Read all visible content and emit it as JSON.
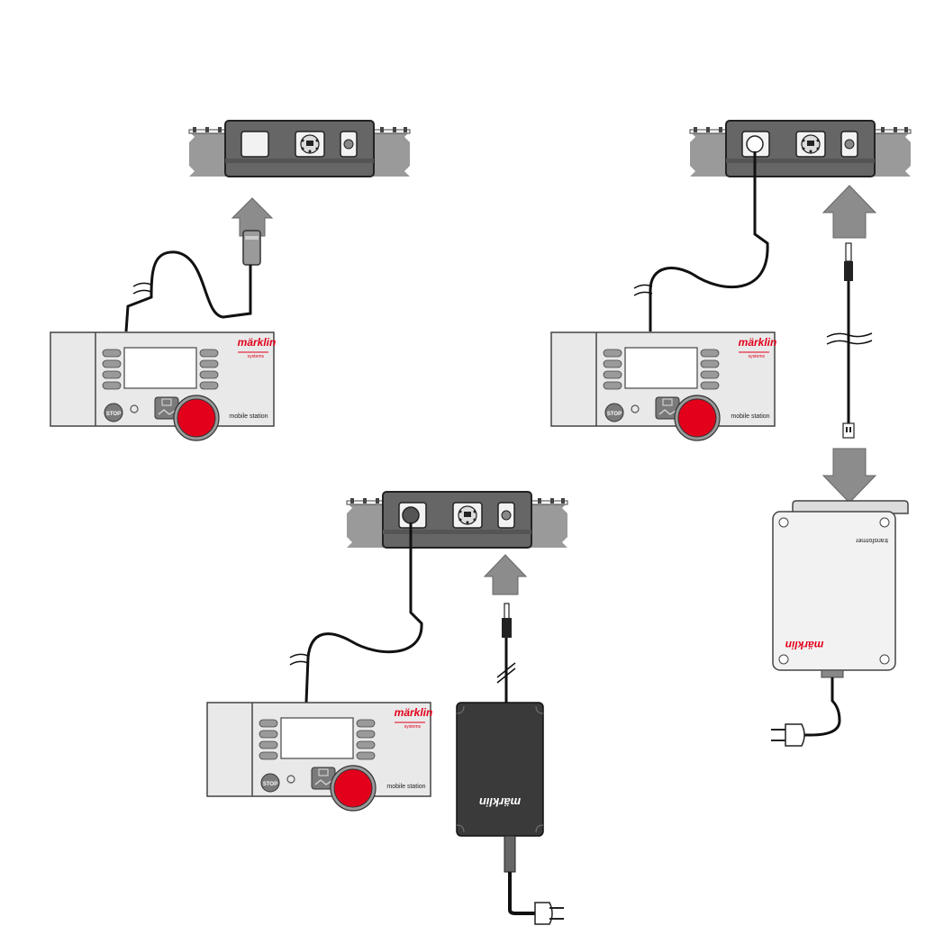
{
  "colors": {
    "device_fill": "#e9e9e9",
    "device_stroke": "#444444",
    "track_fill": "#9a9a9a",
    "box_fill": "#666666",
    "arrow_fill": "#8c8c8c",
    "knob_red": "#e3001b",
    "brand_red": "#e3001b",
    "power_supply_fill": "#3a3a3a",
    "cable": "#111111"
  },
  "mobile_station": {
    "brand": "märklin",
    "sub_brand": "systems",
    "stop_label": "STOP",
    "name_label": "mobile station"
  },
  "transformer": {
    "name_label": "transformer",
    "brand": "märklin"
  },
  "power_supply": {
    "brand": "märklin"
  },
  "icons": [
    "track-connector-box-icon",
    "arrow-up-icon",
    "arrow-down-icon",
    "plug-icon",
    "mains-plug-icon",
    "cable-break-icon"
  ]
}
